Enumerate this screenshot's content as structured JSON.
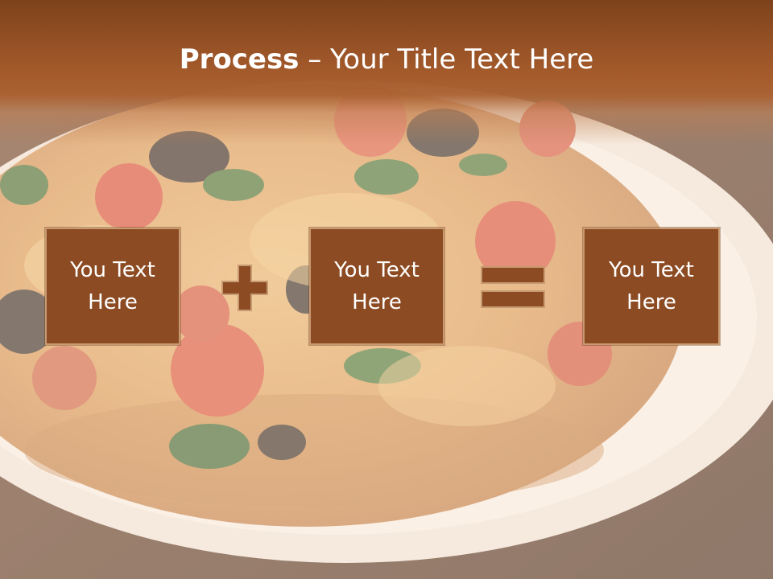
{
  "slide": {
    "title_bold": "Process",
    "title_rest": " – Your Title Text Here"
  },
  "boxes": [
    {
      "line1": "You Text",
      "line2": "Here"
    },
    {
      "line1": "You Text",
      "line2": "Here"
    },
    {
      "line1": "You Text",
      "line2": "Here"
    }
  ],
  "colors": {
    "title_band": "#8f4d22",
    "box_fill": "#8c4b22",
    "box_border": "#c79a72",
    "operator_fill": "#8c4b22",
    "title_text": "#ffffff"
  },
  "icons": {
    "plus": "plus-icon",
    "equals": "equals-icon",
    "background": "pizza-photo"
  }
}
